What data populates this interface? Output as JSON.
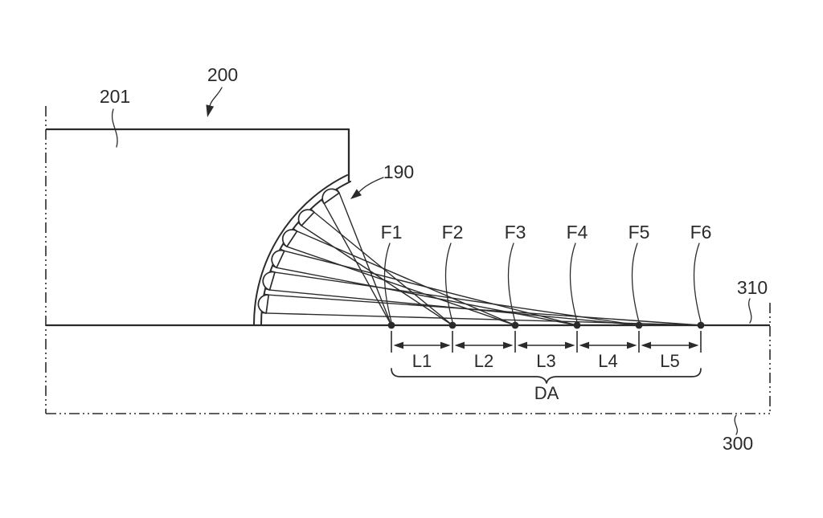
{
  "figure": {
    "background_color": "#ffffff",
    "line_color": "#2b2b2b",
    "labels": {
      "top_body": "200",
      "top_surface": "201",
      "lens_array": "190",
      "bottom_surface": "310",
      "bottom_body": "300",
      "total_span": "DA"
    },
    "focal_points": [
      "F1",
      "F2",
      "F3",
      "F4",
      "F5",
      "F6"
    ],
    "segments": [
      "L1",
      "L2",
      "L3",
      "L4",
      "L5"
    ],
    "lens_count": 6
  }
}
